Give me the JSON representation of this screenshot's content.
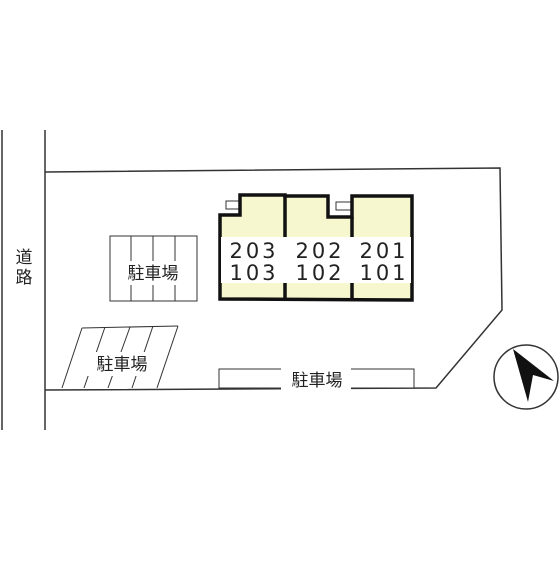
{
  "road": {
    "label_line1": "道",
    "label_line2": "路"
  },
  "parking": {
    "upper_left_label": "駐車場",
    "lower_left_label": "駐車場",
    "bottom_label": "駐車場"
  },
  "units": [
    {
      "upper": "203",
      "lower": "103"
    },
    {
      "upper": "202",
      "lower": "102"
    },
    {
      "upper": "201",
      "lower": "101"
    }
  ],
  "colors": {
    "building_fill": "#f7f7cf",
    "building_outline": "#111111",
    "line": "#333333",
    "north_fill": "#111111"
  },
  "compass": {
    "icon": "north-arrow-icon"
  }
}
